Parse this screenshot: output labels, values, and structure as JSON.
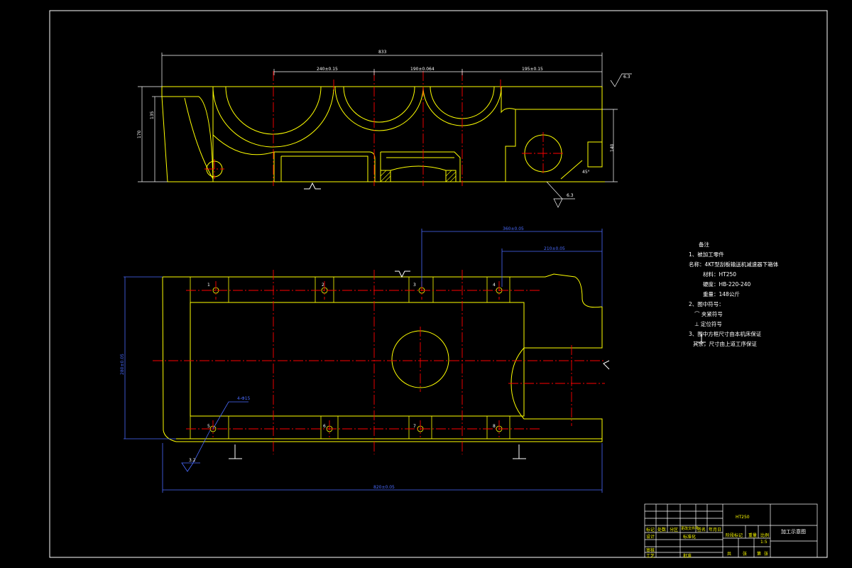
{
  "colors": {
    "background": "#000000",
    "frame": "#ffffff",
    "outline": "#ffff00",
    "centerline": "#ff0000",
    "dimension": "#4a6bff",
    "text": "#ffffff"
  },
  "top_view": {
    "overall_length": "833",
    "segment_1": "240±0.15",
    "segment_2": "190±0.064",
    "segment_3": "195±0.15",
    "height_outer": "170",
    "height_inner": "135",
    "height_right": "140",
    "chamfer": "45°",
    "roughness_top": "6.3",
    "roughness_bottom": "6.3"
  },
  "plan_view": {
    "hole_labels": [
      "1",
      "2",
      "3",
      "4",
      "5",
      "6",
      "7",
      "8"
    ],
    "dim_top_1": "360±0.05",
    "dim_top_2": "210±0.05",
    "dim_left": "280±0.05",
    "dim_bottom": "820±0.05",
    "hole_note": "4-Φ15",
    "roughness": "3.2"
  },
  "notes": {
    "heading": "备注",
    "line1": "1、被加工零件",
    "line2": "名称：4KT型刮板输送机减速器下箱体",
    "line3": "材料：HT250",
    "line4": "硬度：HB-220-240",
    "line5": "重量：148公斤",
    "line6": "2、图中符号：",
    "line7": "⌒ 夹紧符号",
    "line8": "⊥ 定位符号",
    "line9": "3、图中方框尺寸由本机床保证",
    "line10": "其余，尺寸由上道工序保证"
  },
  "title_block": {
    "material": "HT250",
    "drawing_name": "加工示意图",
    "labels": {
      "mark": "标记",
      "count": "处数",
      "zone": "分区",
      "change_doc": "更改文件号",
      "sign": "签名",
      "date": "年月日",
      "design": "设计",
      "standard": "标准化",
      "stage_mark": "阶段标记",
      "weight": "重量",
      "scale": "比例",
      "scale_value": "1:5",
      "review": "审核",
      "process": "工艺",
      "approve": "批准",
      "sheets_total": "共",
      "sheet": "张",
      "sheet_no": "第",
      "sheet2": "张"
    }
  }
}
